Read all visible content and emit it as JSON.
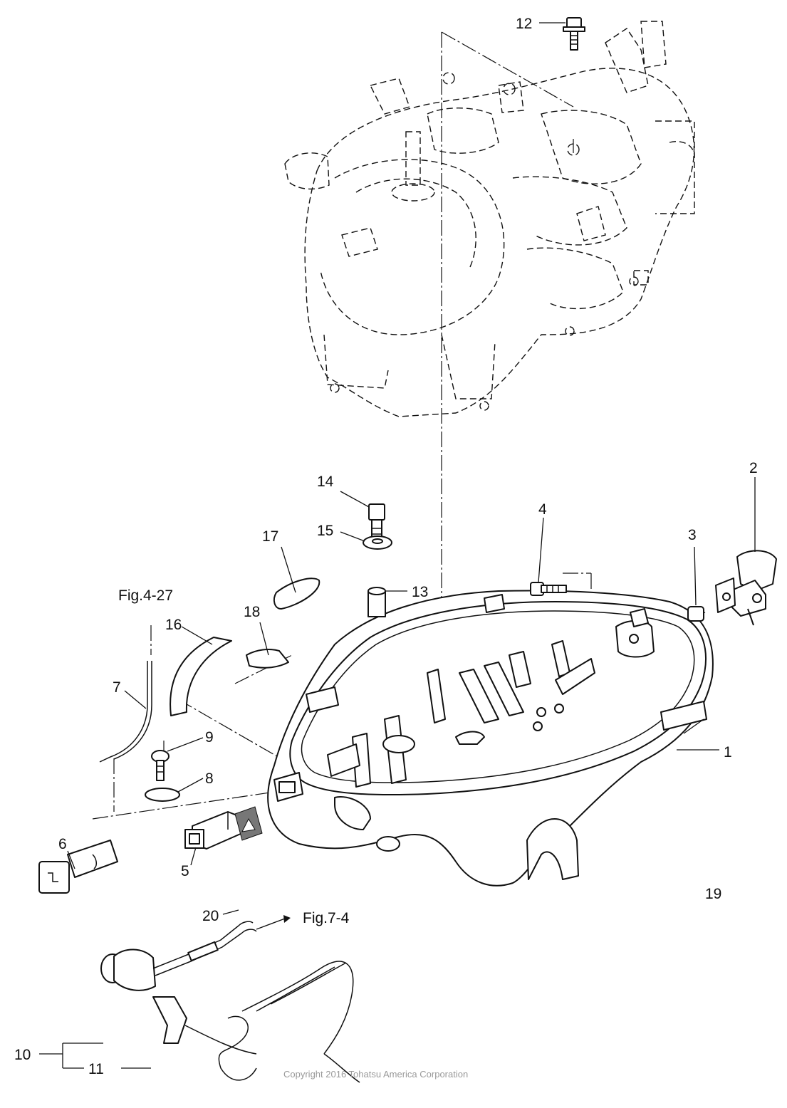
{
  "callouts": [
    "1",
    "2",
    "3",
    "4",
    "5",
    "6",
    "7",
    "8",
    "9",
    "10",
    "11",
    "12",
    "13",
    "14",
    "15",
    "16",
    "17",
    "18",
    "19",
    "20"
  ],
  "references": {
    "fig_4_27": "Fig.4-27",
    "fig_7_4": "Fig.7-4"
  },
  "copyright": "Copyright 2016 Tohatsu America Corporation",
  "icons": {
    "engine_block": "engine-block-illustration",
    "bottom_cowl": "bottom-cowl-illustration",
    "stop_switch": "stop-switch-illustration",
    "lanyard": "lanyard-cord-illustration",
    "warning_label": "warning-triangle-label",
    "lock_lever": "cowl-lock-lever-illustration"
  }
}
